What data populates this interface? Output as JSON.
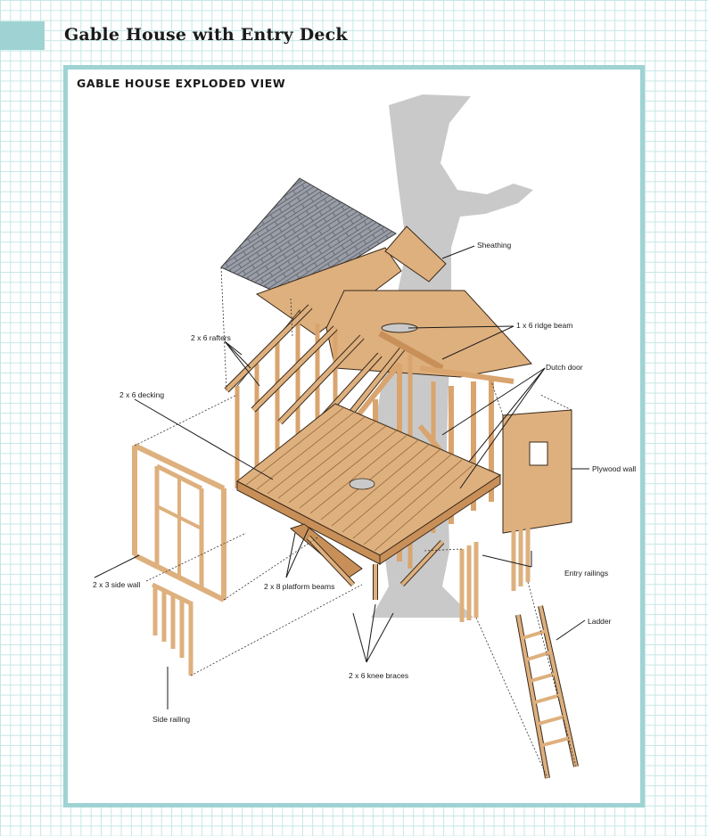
{
  "page": {
    "title": "Gable House with Entry Deck"
  },
  "diagram": {
    "title": "GABLE HOUSE EXPLODED VIEW",
    "labels": {
      "sheathing": "Sheathing",
      "ridge_beam": "1 x 6 ridge beam",
      "rafters": "2 x 6 rafters",
      "dutch_door": "Dutch door",
      "decking": "2 x 6 decking",
      "plywood_wall": "Plywood wall",
      "side_wall": "2 x 3 side wall",
      "platform_beams": "2 x 8 platform beams",
      "entry_railings": "Entry railings",
      "ladder": "Ladder",
      "knee_braces": "2 x 6 knee braces",
      "side_railing": "Side railing"
    }
  },
  "colors": {
    "accent": "#9fd3d3",
    "wood": "#deb07e",
    "shingles": "#9a9ea8",
    "tree": "#c9c9c9",
    "grid": "#c6e6e6"
  }
}
